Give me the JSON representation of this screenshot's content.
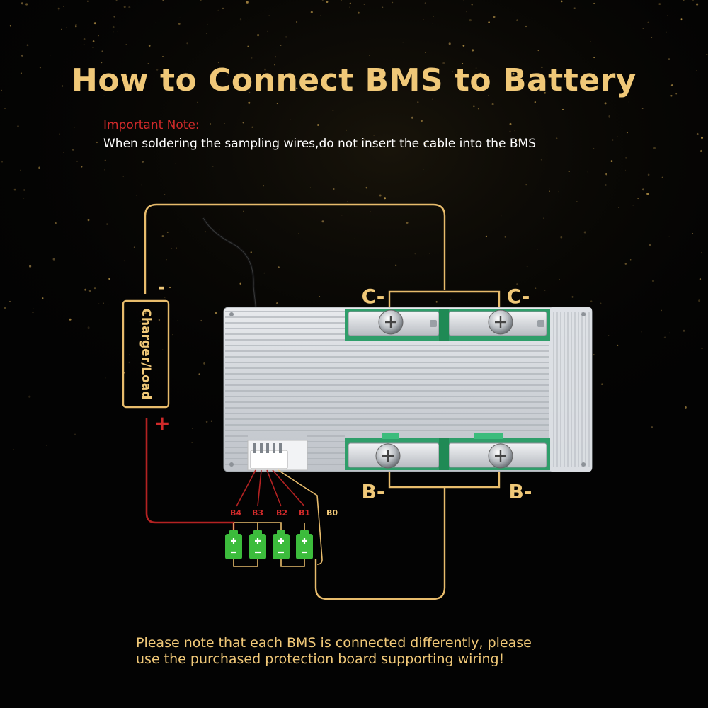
{
  "title": "How to Connect BMS to Battery",
  "note": {
    "heading": "Important Note:",
    "body": "When soldering the sampling wires,do not insert the cable into the BMS"
  },
  "labels": {
    "charger_load": "Charger/Load",
    "minus": "-",
    "plus": "+",
    "c_minus_left": "C-",
    "c_minus_right": "C-",
    "b_minus_left": "B-",
    "b_minus_right": "B-",
    "b4": "B4",
    "b3": "B3",
    "b2": "B2",
    "b1": "B1",
    "b0": "B0"
  },
  "footer": {
    "line1": "Please note that each BMS is connected differently, please",
    "line2": "use the purchased protection board supporting wiring!"
  },
  "colors": {
    "gold": "#f0c878",
    "red": "#d02a2a",
    "wire": "#e8bc6c",
    "red_wire": "#b42222",
    "battery": "#3cbc3c"
  }
}
